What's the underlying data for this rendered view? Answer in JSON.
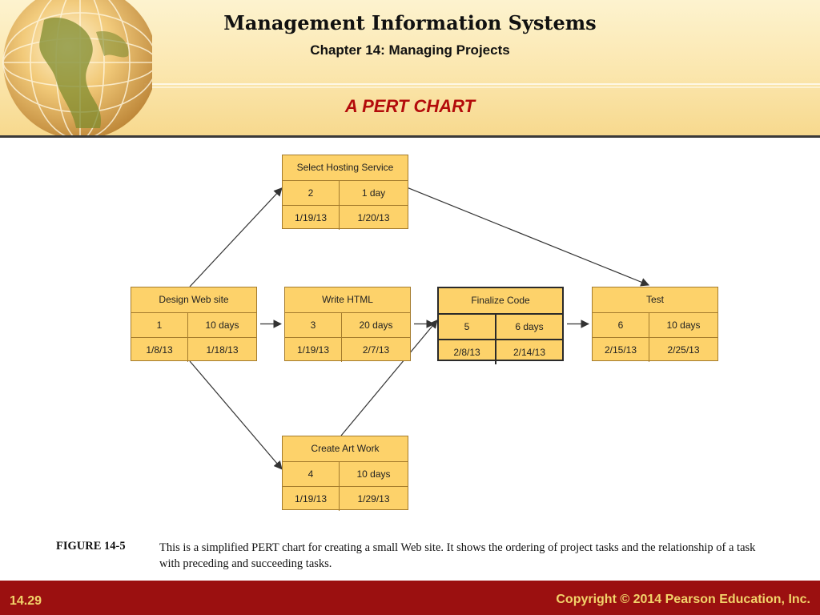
{
  "header": {
    "title": "Management Information Systems",
    "subtitle": "Chapter 14: Managing Projects",
    "slide_title": "A PERT CHART"
  },
  "pert": {
    "nodes": [
      {
        "id": "design",
        "name": "Design Web site",
        "number": "1",
        "duration": "10 days",
        "start": "1/8/13",
        "end": "1/18/13"
      },
      {
        "id": "hosting",
        "name": "Select Hosting Service",
        "number": "2",
        "duration": "1 day",
        "start": "1/19/13",
        "end": "1/20/13"
      },
      {
        "id": "html",
        "name": "Write HTML",
        "number": "3",
        "duration": "20 days",
        "start": "1/19/13",
        "end": "2/7/13"
      },
      {
        "id": "art",
        "name": "Create Art Work",
        "number": "4",
        "duration": "10 days",
        "start": "1/19/13",
        "end": "1/29/13"
      },
      {
        "id": "finalize",
        "name": "Finalize Code",
        "number": "5",
        "duration": "6 days",
        "start": "2/8/13",
        "end": "2/14/13"
      },
      {
        "id": "test",
        "name": "Test",
        "number": "6",
        "duration": "10 days",
        "start": "2/15/13",
        "end": "2/25/13"
      }
    ],
    "edges": [
      {
        "from": "design",
        "to": "hosting"
      },
      {
        "from": "design",
        "to": "html"
      },
      {
        "from": "design",
        "to": "art"
      },
      {
        "from": "html",
        "to": "finalize"
      },
      {
        "from": "art",
        "to": "finalize"
      },
      {
        "from": "hosting",
        "to": "test"
      },
      {
        "from": "finalize",
        "to": "test"
      }
    ],
    "highlighted_node": "finalize"
  },
  "caption": {
    "label": "FIGURE 14-5",
    "text": "This is a simplified PERT chart for creating a small Web site. It shows the ordering of project tasks and the relationship of a task with preceding and succeeding tasks."
  },
  "footer": {
    "slide_number": "14.29",
    "copyright": "Copyright © 2014 Pearson Education, Inc."
  },
  "colors": {
    "header_bg": "#fbe6ad",
    "slide_title": "#b30b0b",
    "node_fill": "#fdd26a",
    "footer_bg": "#9b1010",
    "footer_text": "#f2d36a"
  }
}
